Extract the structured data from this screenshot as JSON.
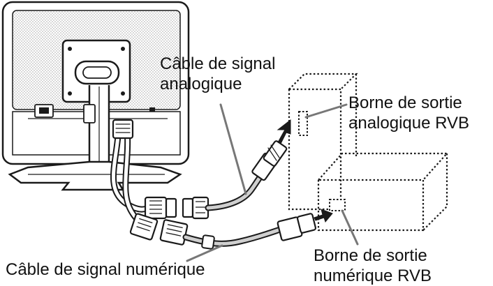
{
  "labels": {
    "analog_cable": {
      "line1": "Câble de signal",
      "line2": "analogique"
    },
    "analog_output": {
      "line1": "Borne de sortie",
      "line2": "analogique RVB"
    },
    "digital_output": {
      "line1": "Borne de sortie",
      "line2": "numérique RVB"
    },
    "digital_cable": {
      "line1": "Câble de signal numérique"
    }
  },
  "colors": {
    "line": "#1a1a1a",
    "screen_texture": "#d9d9d9",
    "fill_white": "#ffffff",
    "leader": "#777777",
    "cable_gray": "#cfcfcf"
  }
}
